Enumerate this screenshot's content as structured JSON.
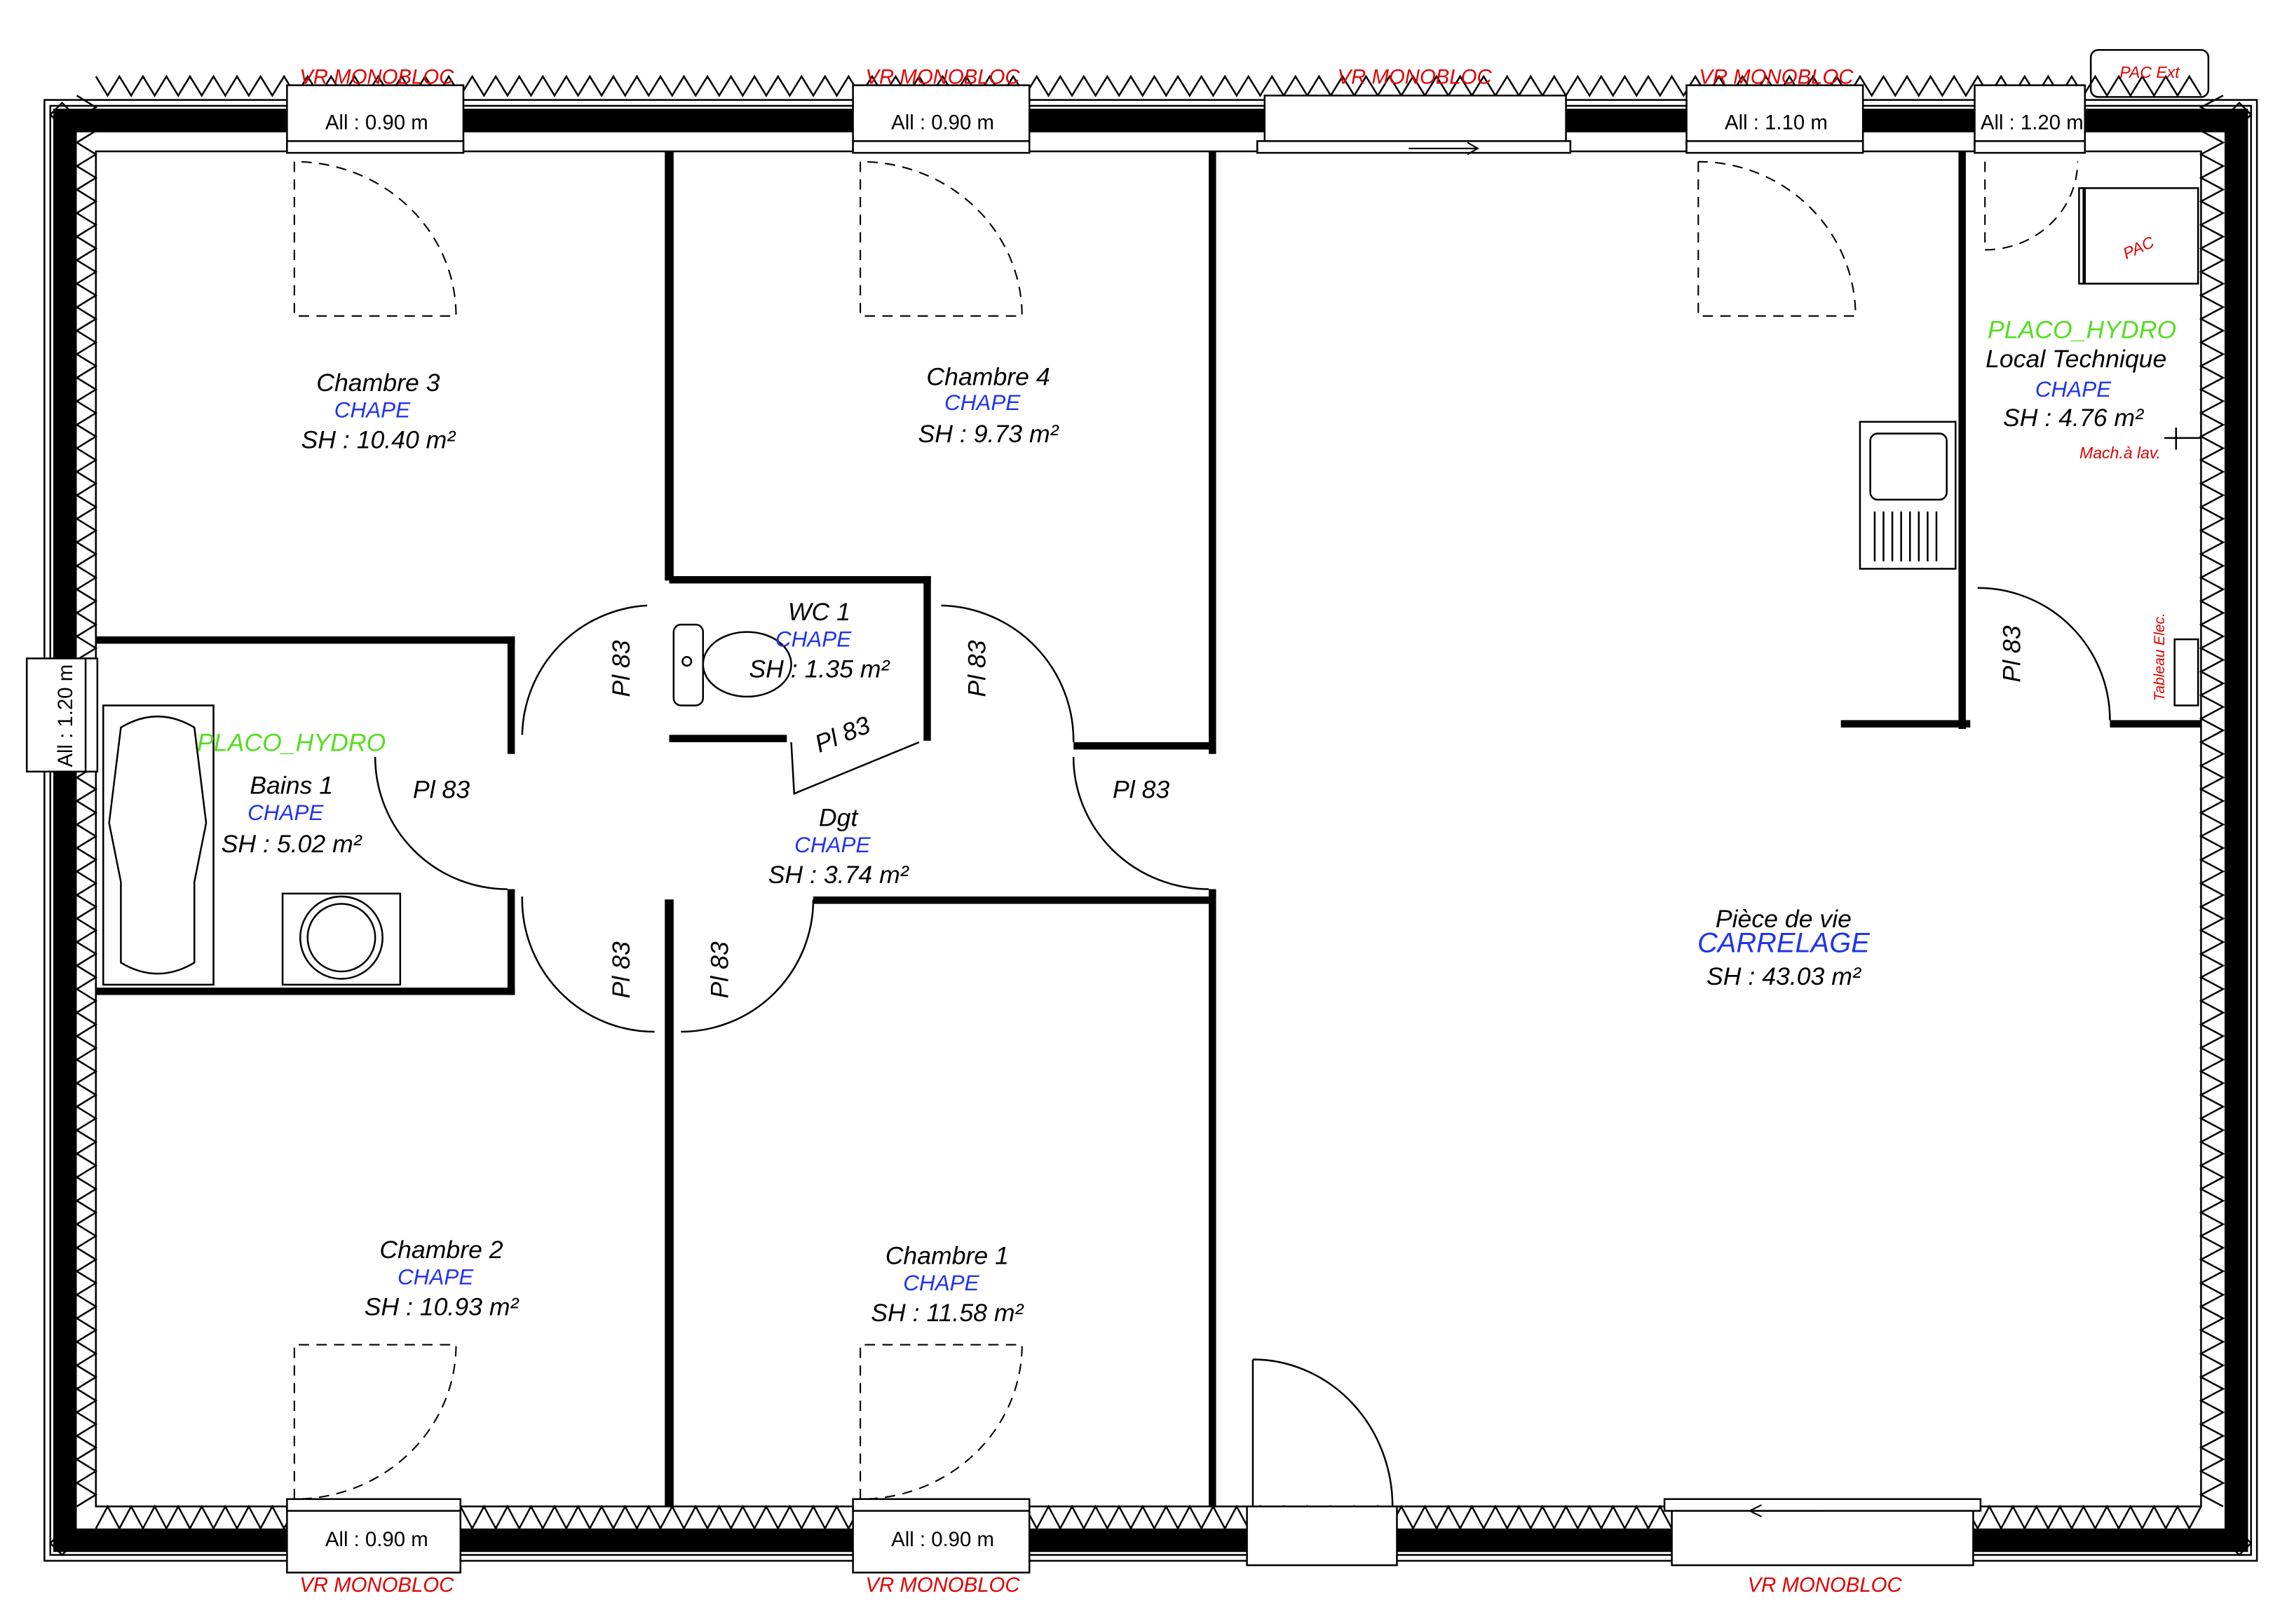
{
  "rooms": {
    "chambre3": {
      "name": "Chambre 3",
      "finish": "CHAPE",
      "area": "SH : 10.40 m²"
    },
    "chambre4": {
      "name": "Chambre 4",
      "finish": "CHAPE",
      "area": "SH : 9.73 m²"
    },
    "wc1": {
      "name": "WC 1",
      "finish": "CHAPE",
      "area": "SH : 1.35 m²"
    },
    "bains1": {
      "name": "Bains 1",
      "finish": "CHAPE",
      "area": "SH : 5.02 m²",
      "wall_finish": "PLACO_HYDRO"
    },
    "dgt": {
      "name": "Dgt",
      "finish": "CHAPE",
      "area": "SH : 3.74 m²"
    },
    "chambre2": {
      "name": "Chambre 2",
      "finish": "CHAPE",
      "area": "SH : 10.93 m²"
    },
    "chambre1": {
      "name": "Chambre 1",
      "finish": "CHAPE",
      "area": "SH : 11.58 m²"
    },
    "piece_de_vie": {
      "name": "Pièce de vie",
      "finish": "CARRELAGE",
      "area": "SH : 43.03 m²"
    },
    "local_technique": {
      "name": "Local Technique",
      "finish": "CHAPE",
      "area": "SH : 4.76 m²",
      "wall_finish": "PLACO_HYDRO"
    }
  },
  "windows": {
    "top": [
      {
        "type": "VR MONOBLOC",
        "allege": "All : 0.90 m"
      },
      {
        "type": "VR MONOBLOC",
        "allege": "All : 0.90 m"
      },
      {
        "type": "VR MONOBLOC"
      },
      {
        "type": "VR MONOBLOC",
        "allege": "All : 1.10 m"
      },
      {
        "allege": "All : 1.20 m"
      }
    ],
    "bottom": [
      {
        "type": "VR MONOBLOC",
        "allege": "All : 0.90 m"
      },
      {
        "type": "VR MONOBLOC",
        "allege": "All : 0.90 m"
      },
      {
        "type": "VR MONOBLOC"
      }
    ],
    "left": {
      "allege": "All : 1.20 m"
    }
  },
  "doors": [
    "Pl 83",
    "Pl 83",
    "Pl 83",
    "Pl 83",
    "Pl 83",
    "Pl 83",
    "Pl 83",
    "Pl 83"
  ],
  "equipment": {
    "pac_ext": "PAC Ext",
    "pac": "PAC",
    "washing_machine": "Mach.à lav.",
    "electric_panel": "Tableau Elec."
  },
  "colors": {
    "vr": "#e00000",
    "finish": "#2233ee",
    "hydro": "#55dd22",
    "walls": "#000000"
  }
}
